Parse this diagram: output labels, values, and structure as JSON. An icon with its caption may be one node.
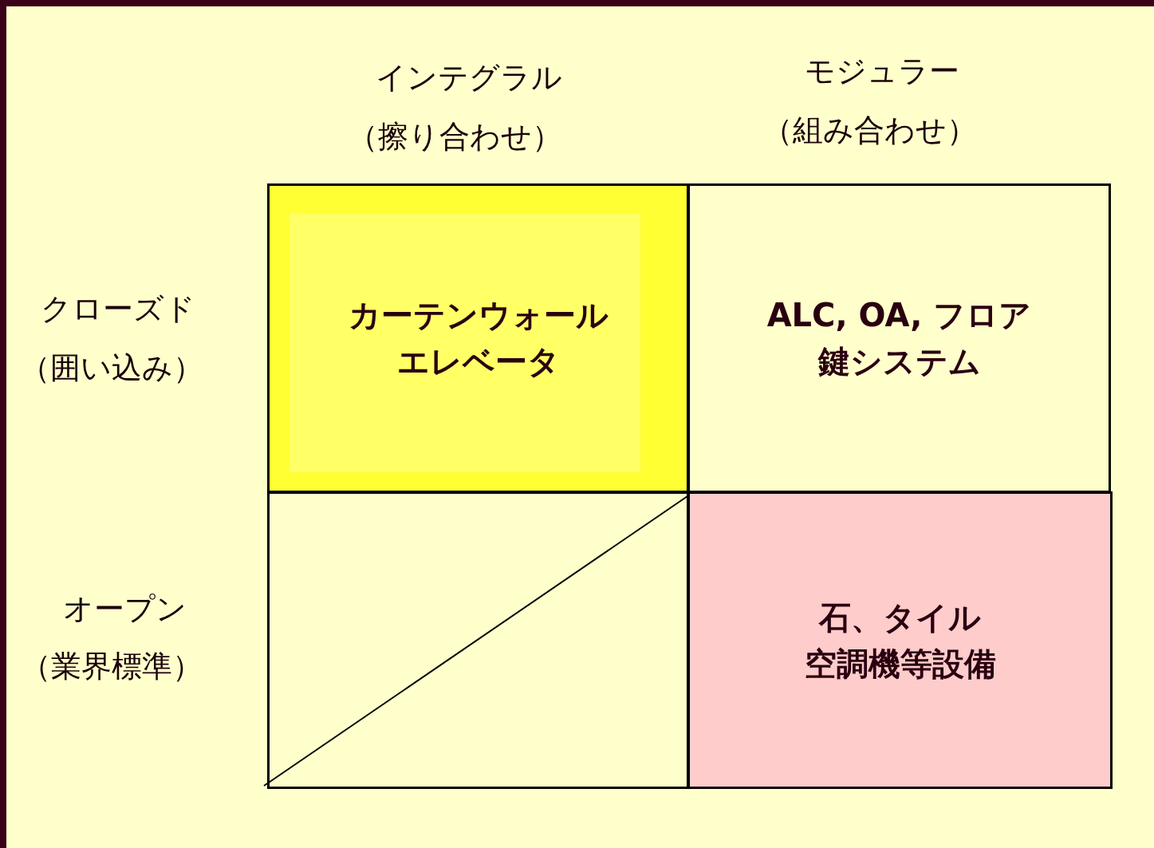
{
  "diagram": {
    "nodes": [
      {
        "text": [
          "カーテンウォール",
          "エレベータ"
        ]
      },
      {
        "text": [
          "ALC, OA, フロア",
          "鍵システム"
        ]
      },
      {
        "text": [],
        "shape": "box"
      },
      {
        "text": [
          "石、タイル",
          "空調機等設備"
        ]
      }
    ],
    "labels": [
      "インテグラル",
      "モジュラー",
      "（擦り合わせ）",
      "（組み合わせ）",
      "クローズド",
      "（囲い込み）",
      "オープン",
      "（業界標準）"
    ]
  }
}
